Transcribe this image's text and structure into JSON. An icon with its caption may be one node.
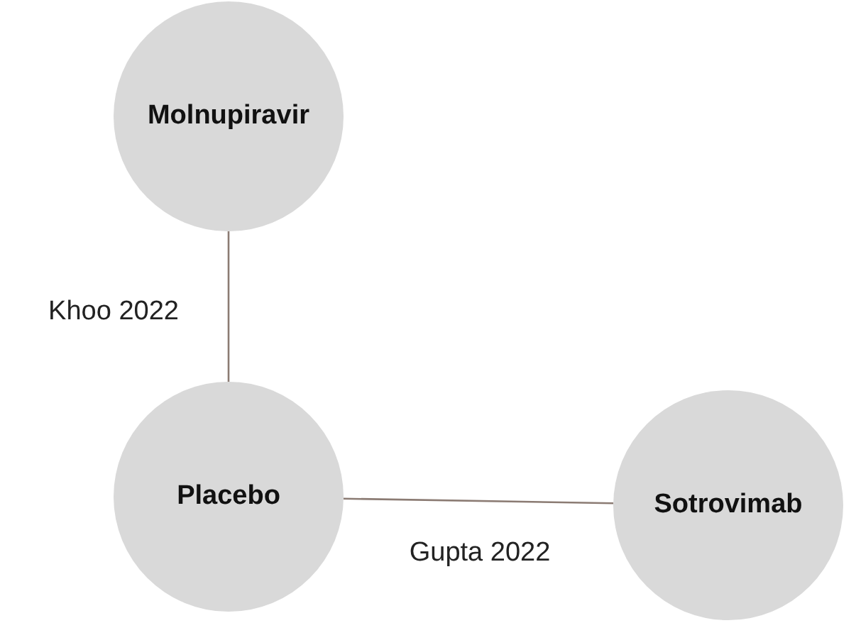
{
  "diagram": {
    "nodes": [
      {
        "text": [
          "Molnupiravir"
        ]
      },
      {
        "text": [
          "Placebo"
        ]
      },
      {
        "text": [
          "Sotrovimab"
        ]
      }
    ],
    "edges": [
      {
        "from": 0,
        "to": 1,
        "arrow": "none",
        "label": "Khoo 2022"
      },
      {
        "from": 1,
        "to": 2,
        "arrow": "none",
        "label": "Gupta 2022"
      }
    ]
  }
}
